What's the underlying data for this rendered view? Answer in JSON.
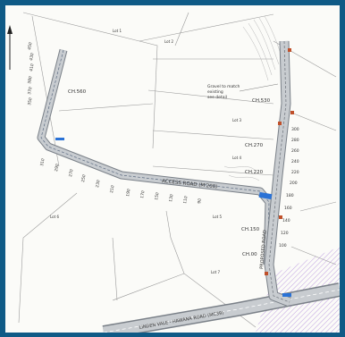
{
  "roads": {
    "access_road_main": "ACCESS ROAD (M'200)",
    "access_road_east": "PROPOSED ROAD",
    "highway": "LINDEN VALE - HAWANA ROAD (MC39)"
  },
  "chainage_labels": [
    "CH.560",
    "CH.270",
    "CH.220",
    "CH.150",
    "CH.00",
    "CH.530"
  ],
  "station_labels_west": [
    "450",
    "430",
    "410",
    "380",
    "370",
    "350",
    "310",
    "290",
    "270",
    "250",
    "230",
    "210",
    "190",
    "170",
    "150",
    "130",
    "110",
    "90"
  ],
  "station_labels_east": [
    "300",
    "280",
    "260",
    "240",
    "220",
    "200",
    "180",
    "160",
    "140",
    "120",
    "100"
  ],
  "annotations": {
    "callout": [
      "Gravel to match",
      "existing",
      "see detail"
    ],
    "lot_labels": [
      "Lot 1",
      "Lot 2",
      "Lot 3",
      "Lot 4",
      "Lot 5",
      "Lot 6",
      "Lot 7"
    ]
  },
  "colors": {
    "frame": "#0f5a86",
    "paper": "#fbfbf8",
    "road_fill": "#c8ccd0",
    "road_edge": "#7a8088",
    "hatch": "#a77bd6",
    "culvert": "#2a72d6",
    "marker": "#c0502a"
  },
  "icons": {
    "north_arrow": "north-arrow-icon"
  }
}
